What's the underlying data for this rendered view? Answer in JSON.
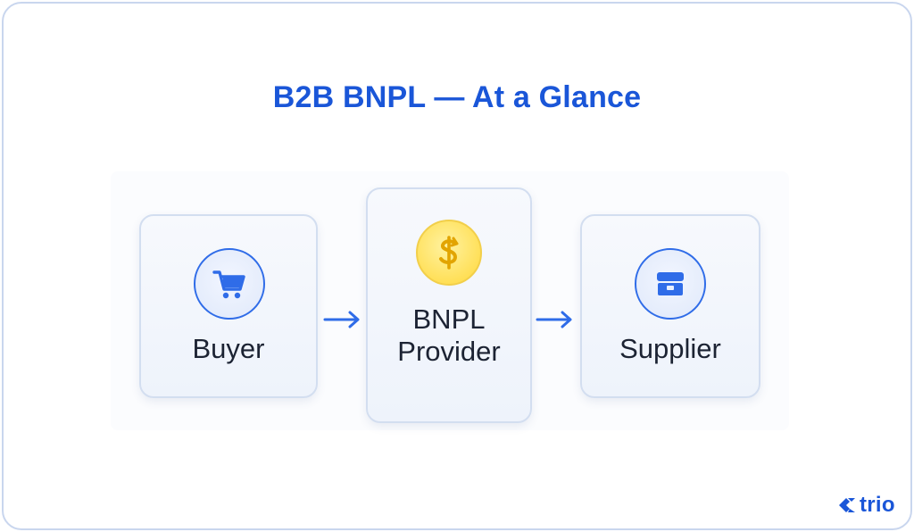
{
  "title": "B2B BNPL — At a Glance",
  "nodes": [
    {
      "label": "Buyer",
      "icon": "shopping-cart-icon"
    },
    {
      "label_line1": "BNPL",
      "label_line2": "Provider",
      "icon": "dollar-coin-icon"
    },
    {
      "label": "Supplier",
      "icon": "storefront-icon"
    }
  ],
  "colors": {
    "accent": "#1a56d8",
    "icon_blue": "#2f6ce8",
    "coin_gold": "#ffd83a",
    "text": "#1c2333"
  },
  "brand": {
    "name": "trio"
  }
}
